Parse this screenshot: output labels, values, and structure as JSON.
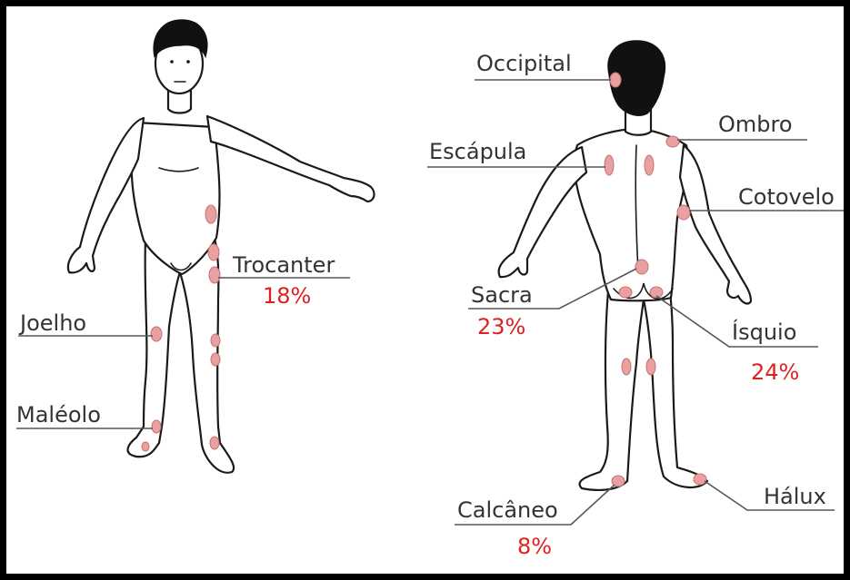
{
  "colors": {
    "pressure_spot": "#e8a0a0",
    "percent_text": "#e02020",
    "label_text": "#333333",
    "border": "#000000"
  },
  "labels": {
    "trocanter": "Trocanter",
    "joelho": "Joelho",
    "maleolo": "Maléolo",
    "occipital": "Occipital",
    "ombro": "Ombro",
    "escapula": "Escápula",
    "cotovelo": "Cotovelo",
    "sacra": "Sacra",
    "isquio": "Ísquio",
    "calcaneo": "Calcâneo",
    "halux": "Hálux"
  },
  "percentages": {
    "trocanter": "18%",
    "sacra": "23%",
    "isquio": "24%",
    "calcaneo": "8%"
  }
}
